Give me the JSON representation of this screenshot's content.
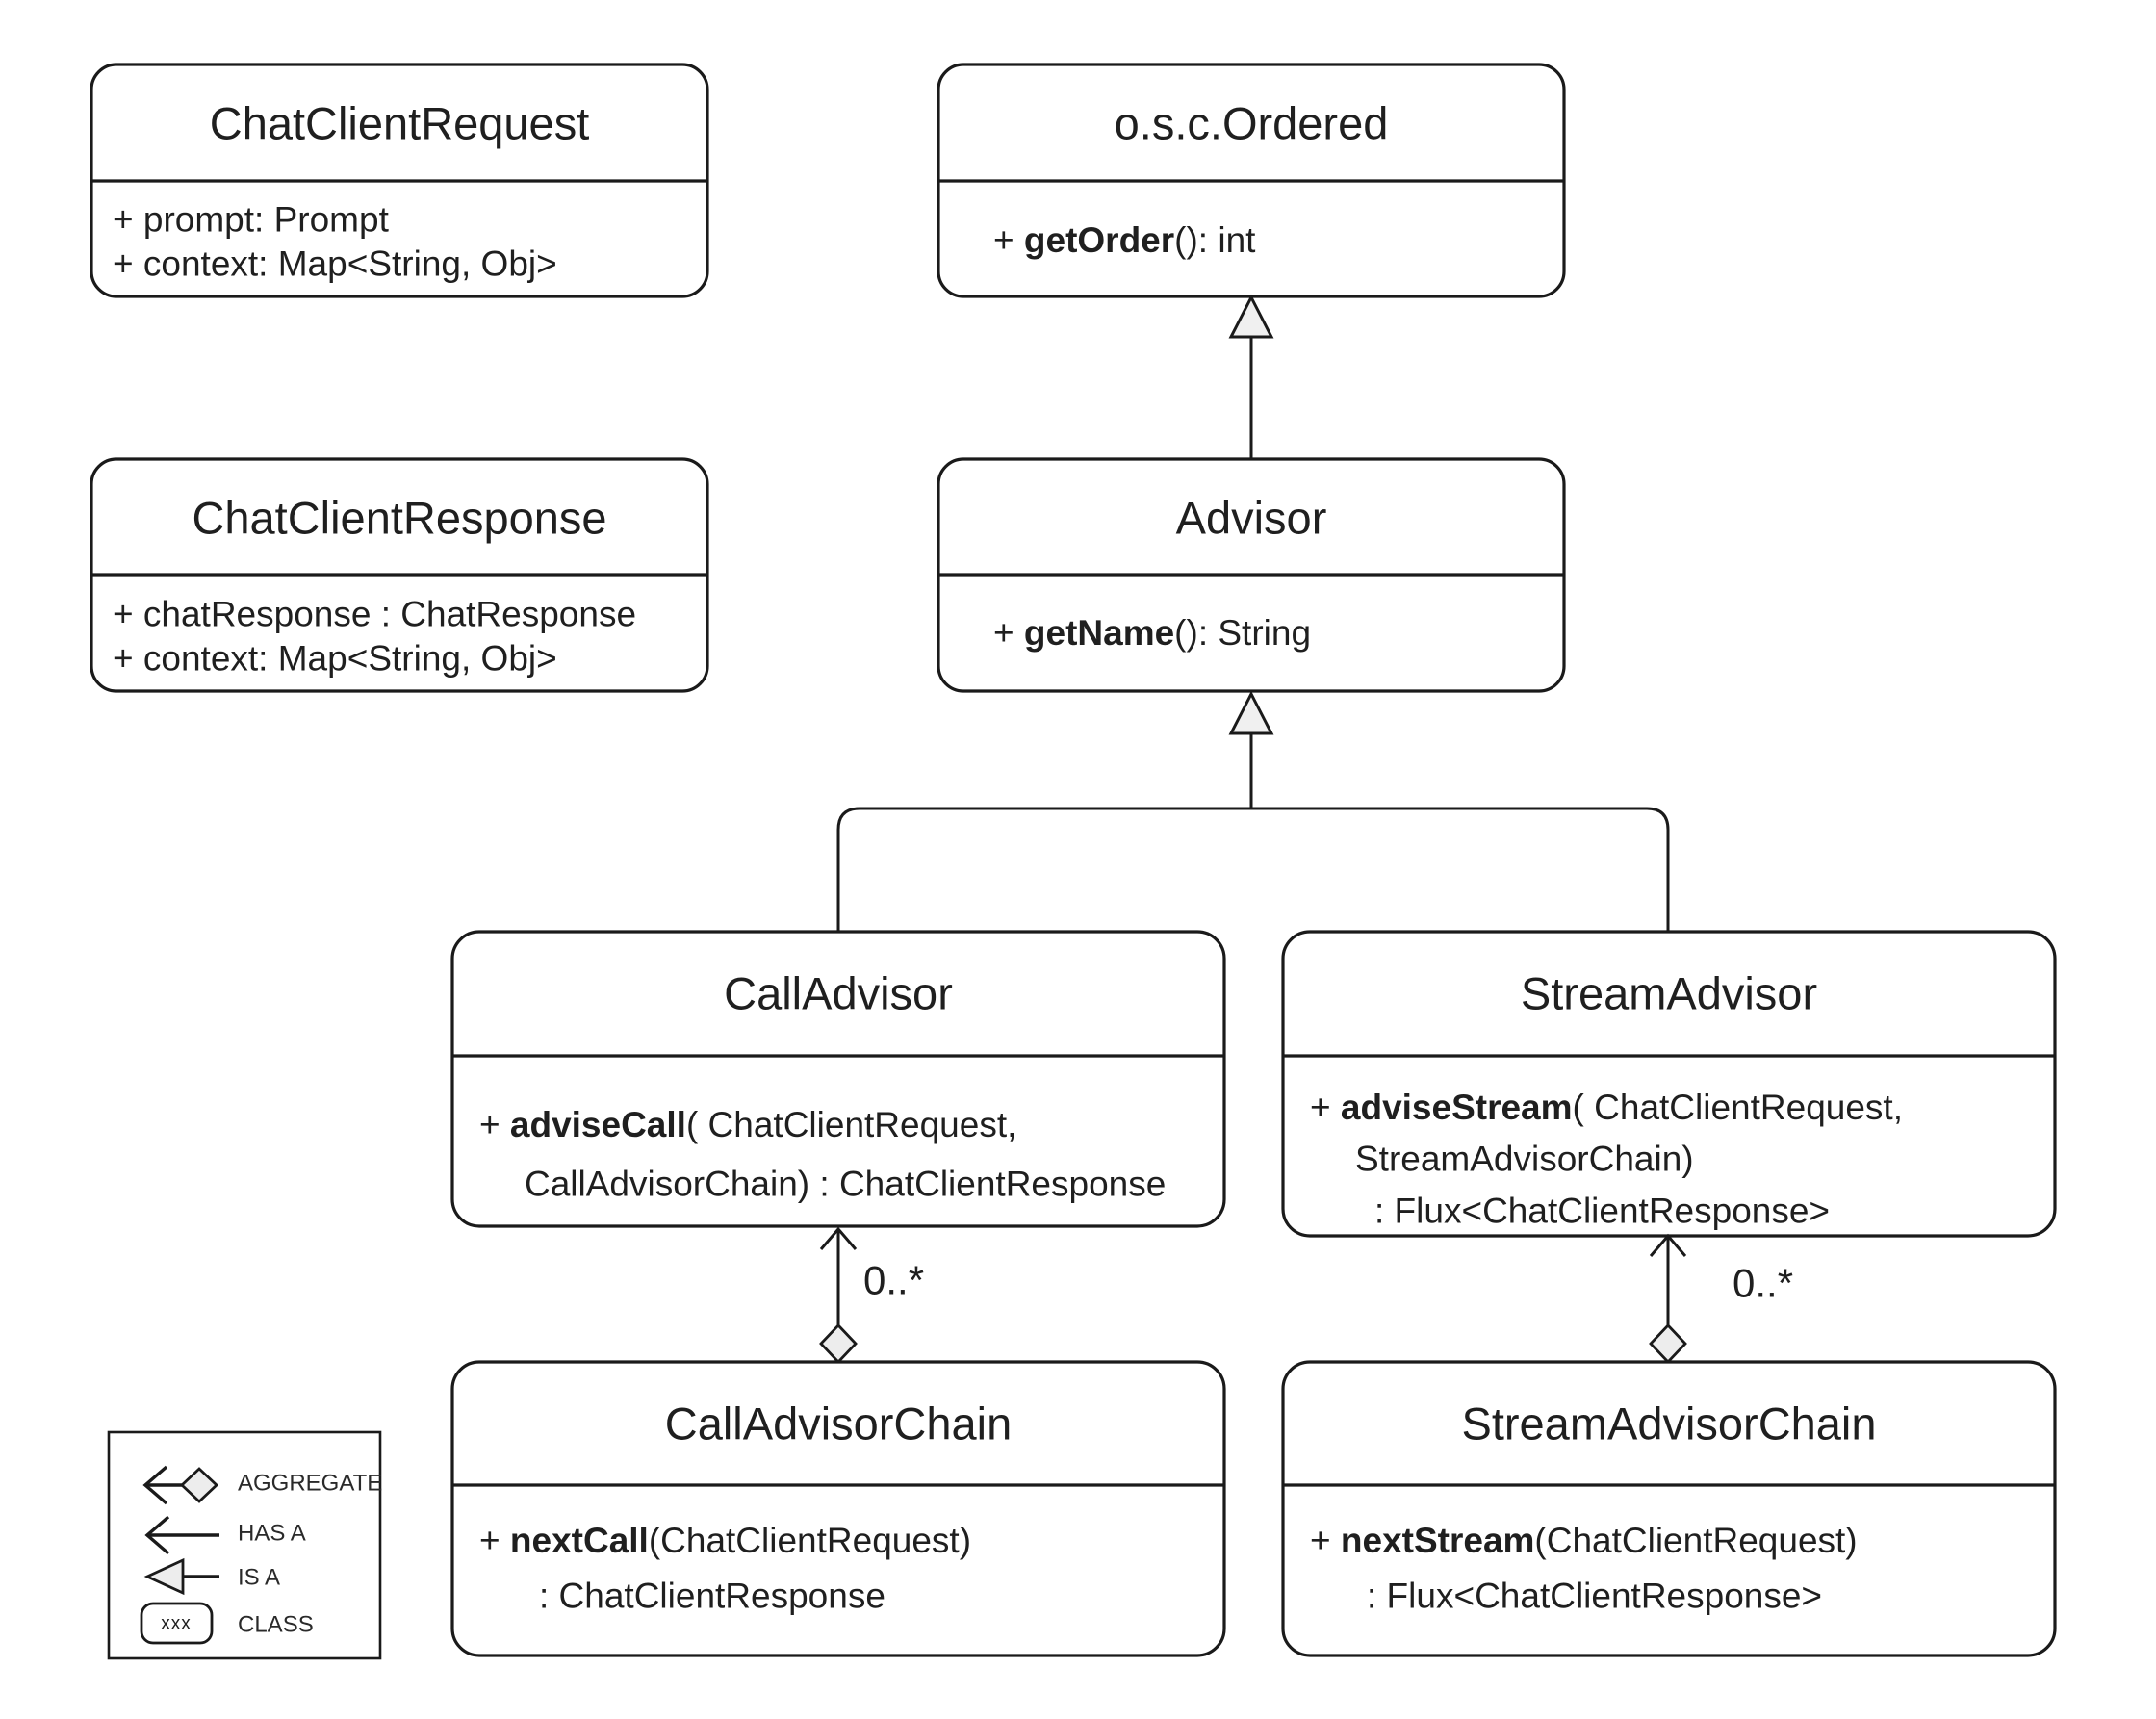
{
  "classes": {
    "chat_client_request": {
      "name": "ChatClientRequest",
      "members": [
        {
          "text": "+ prompt: Prompt"
        },
        {
          "text": "+ context: Map<String, Obj>"
        }
      ]
    },
    "ordered": {
      "name": "o.s.c.Ordered",
      "members": [
        {
          "pre": "+ ",
          "bold": "getOrder",
          "post": "(): int"
        }
      ]
    },
    "chat_client_response": {
      "name": "ChatClientResponse",
      "members": [
        {
          "text": "+ chatResponse : ChatResponse"
        },
        {
          "text": "+ context: Map<String, Obj>"
        }
      ]
    },
    "advisor": {
      "name": "Advisor",
      "members": [
        {
          "pre": "+ ",
          "bold": "getName",
          "post": "(): String"
        }
      ]
    },
    "call_advisor": {
      "name": "CallAdvisor",
      "members": [
        {
          "pre": "+ ",
          "bold": "adviseCall",
          "post": "( ChatClientRequest,"
        },
        {
          "text": "CallAdvisorChain) : ChatClientResponse"
        }
      ]
    },
    "stream_advisor": {
      "name": "StreamAdvisor",
      "members": [
        {
          "pre": "+ ",
          "bold": "adviseStream",
          "post": "( ChatClientRequest,"
        },
        {
          "text": "StreamAdvisorChain)"
        },
        {
          "text": ": Flux<ChatClientResponse>"
        }
      ]
    },
    "call_advisor_chain": {
      "name": "CallAdvisorChain",
      "members": [
        {
          "pre": "+ ",
          "bold": "nextCall",
          "post": "(ChatClientRequest)"
        },
        {
          "text": ": ChatClientResponse"
        }
      ]
    },
    "stream_advisor_chain": {
      "name": "StreamAdvisorChain",
      "members": [
        {
          "pre": "+ ",
          "bold": "nextStream",
          "post": "(ChatClientRequest)"
        },
        {
          "text": ": Flux<ChatClientResponse>"
        }
      ]
    }
  },
  "relationships": {
    "call_chain_multiplicity": "0..*",
    "stream_chain_multiplicity": "0..*"
  },
  "legend": {
    "aggregate_label": "AGGREGATE",
    "has_a_label": "HAS A",
    "is_a_label": "IS A",
    "class_label": "CLASS",
    "class_sample": "xxx"
  },
  "colors": {
    "line": "#1a1a1a",
    "text": "#1f1f1f",
    "arrow_fill": "#f0f0f0",
    "diamond_fill": "#ededed",
    "background": "#ffffff"
  }
}
